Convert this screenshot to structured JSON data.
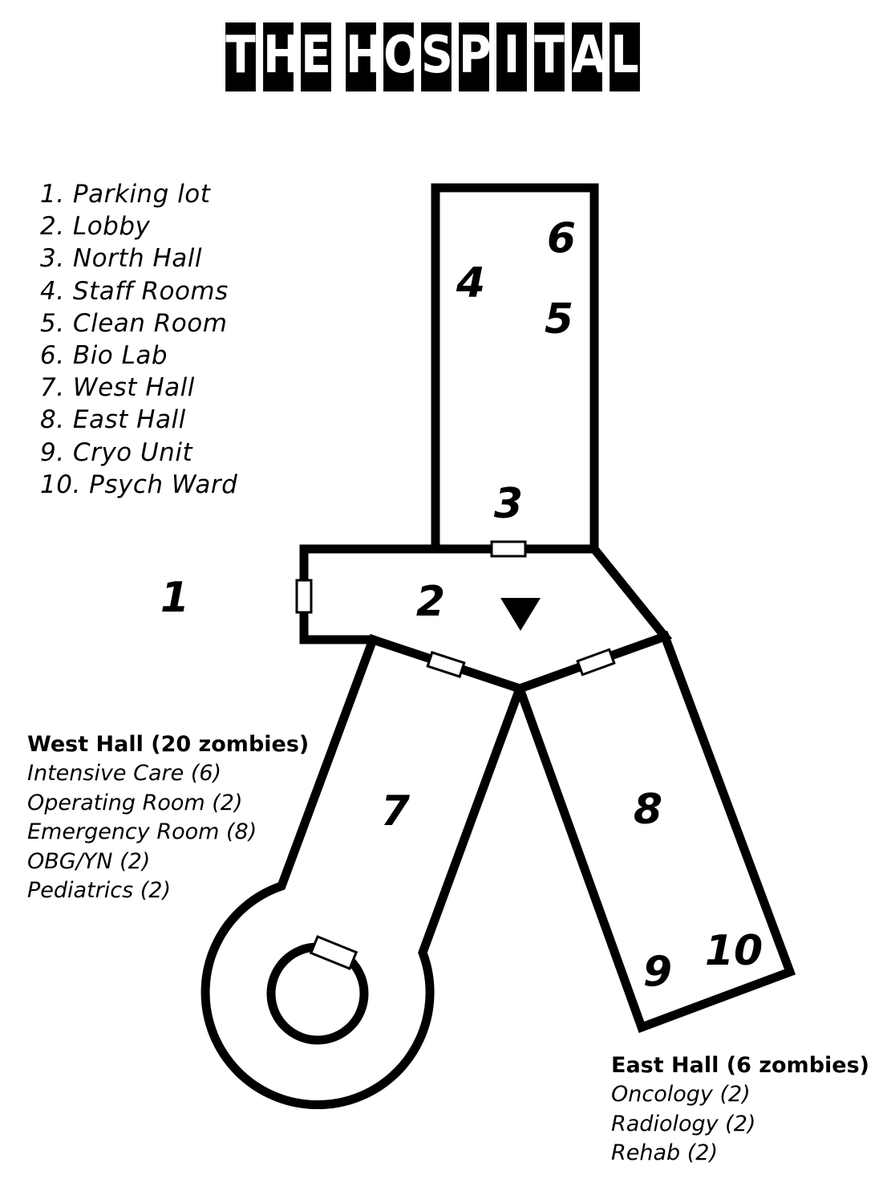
{
  "title": {
    "words": [
      "THE",
      "HOSPITAL"
    ]
  },
  "legend": {
    "items": [
      "1. Parking lot",
      "2. Lobby",
      "3. North Hall",
      "4. Staff Rooms",
      "5. Clean Room",
      "6. Bio Lab",
      "7. West Hall",
      "8. East Hall",
      "9. Cryo Unit",
      "10. Psych Ward"
    ]
  },
  "map_labels": {
    "parking_lot": "1",
    "lobby": "2",
    "north_hall": "3",
    "staff_rooms": "4",
    "clean_room": "5",
    "bio_lab": "6",
    "west_hall": "7",
    "east_hall": "8",
    "cryo_unit": "9",
    "psych_ward": "10"
  },
  "west_hall": {
    "heading": "West Hall (20 zombies)",
    "items": [
      "Intensive Care (6)",
      "Operating Room (2)",
      "Emergency Room (8)",
      "OBG/YN (2)",
      "Pediatrics (2)"
    ]
  },
  "east_hall": {
    "heading": "East Hall (6 zombies)",
    "items": [
      "Oncology (2)",
      "Radiology (2)",
      "Rehab (2)"
    ]
  },
  "icons": {
    "door": "door-icon",
    "start_marker": "down-triangle-icon"
  },
  "colors": {
    "ink": "#000000",
    "paper": "#ffffff"
  }
}
